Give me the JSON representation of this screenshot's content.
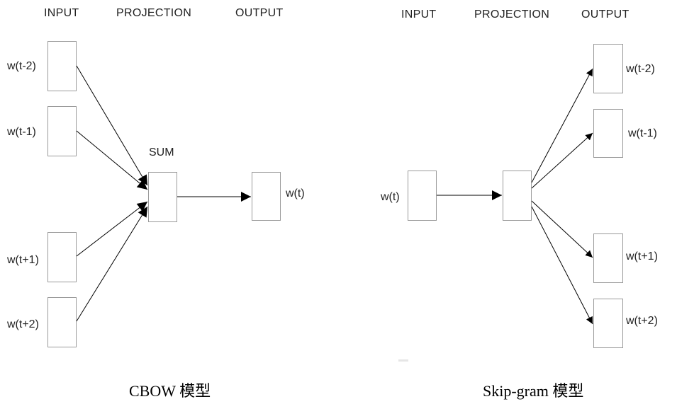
{
  "cbow": {
    "headers": {
      "input": "INPUT",
      "projection": "PROJECTION",
      "output": "OUTPUT"
    },
    "inputs": [
      "w(t-2)",
      "w(t-1)",
      "w(t+1)",
      "w(t+2)"
    ],
    "projection_label": "SUM",
    "output": "w(t)",
    "caption": "CBOW 模型"
  },
  "skipgram": {
    "headers": {
      "input": "INPUT",
      "projection": "PROJECTION",
      "output": "OUTPUT"
    },
    "input": "w(t)",
    "outputs": [
      "w(t-2)",
      "w(t-1)",
      "w(t+1)",
      "w(t+2)"
    ],
    "caption": "Skip-gram 模型"
  },
  "colors": {
    "stroke": "#000000",
    "box_border": "#9a9a9a",
    "text": "#222222"
  }
}
